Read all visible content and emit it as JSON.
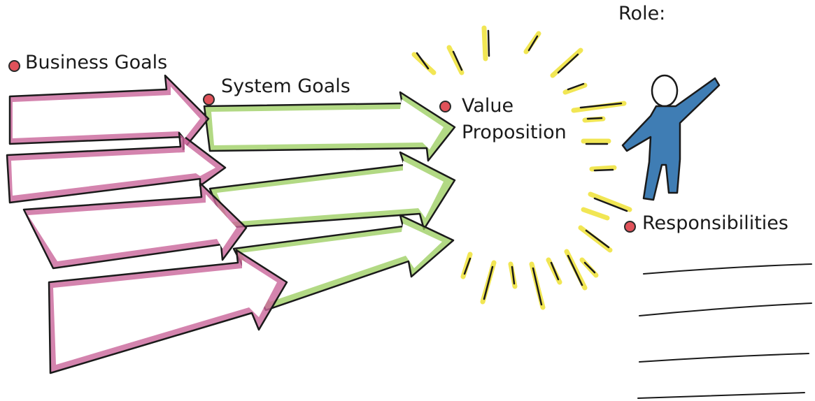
{
  "labels": {
    "role": "Role:",
    "business_goals": "Business Goals",
    "system_goals": "System Goals",
    "value_proposition_line1": "Value",
    "value_proposition_line2": "Proposition",
    "responsibilities": "Responsibilities"
  },
  "colors": {
    "business_goal_arrows": "#c9659a",
    "system_goal_arrows": "#98cc5b",
    "glow_rays": "#f1e54b",
    "person": "#3f7db4",
    "bullet_dot": "#e0525a",
    "ink": "#1a1a1a"
  },
  "person_icon": "stick-figure-waving-icon"
}
